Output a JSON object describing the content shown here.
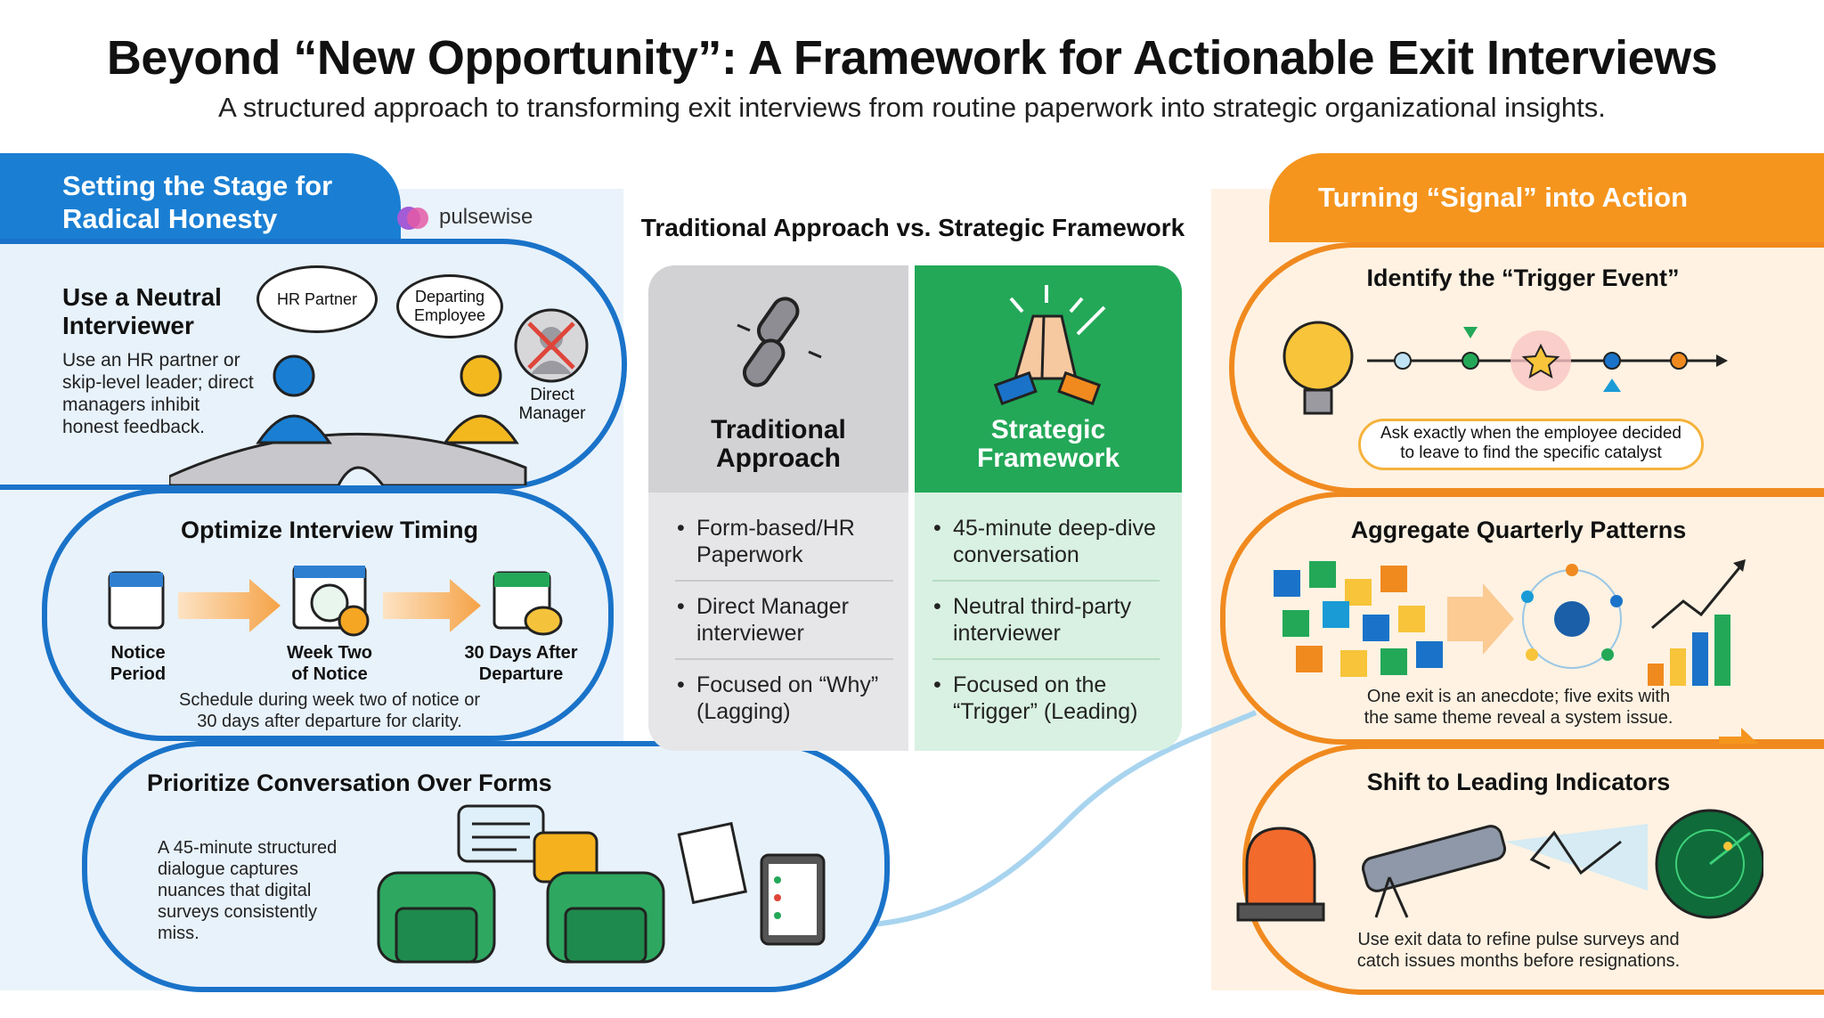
{
  "header": {
    "title": "Beyond “New Opportunity”: A Framework for Actionable Exit Interviews",
    "subtitle": "A structured approach to transforming exit interviews from routine paperwork into strategic organizational insights."
  },
  "left": {
    "heading_line1": "Setting the Stage for",
    "heading_line2": "Radical Honesty",
    "brand": "pulsewise",
    "neutral": {
      "title_line1": "Use a Neutral",
      "title_line2": "Interviewer",
      "body": [
        "Use an HR partner or",
        "skip-level leader; direct",
        "managers inhibit",
        "honest feedback."
      ],
      "bubble_hr": "HR Partner",
      "bubble_dep_1": "Departing",
      "bubble_dep_2": "Employee",
      "direct_1": "Direct",
      "direct_2": "Manager"
    },
    "timing": {
      "title": "Optimize Interview Timing",
      "steps": [
        {
          "l1": "Notice",
          "l2": "Period"
        },
        {
          "l1": "Week Two",
          "l2": "of Notice"
        },
        {
          "l1": "30 Days After",
          "l2": "Departure"
        }
      ],
      "caption_1": "Schedule during week two of notice or",
      "caption_2": "30 days after departure for clarity."
    },
    "conversation": {
      "title": "Prioritize Conversation Over Forms",
      "body": [
        "A 45-minute structured",
        "dialogue captures",
        "nuances that digital",
        "surveys consistently",
        "miss."
      ]
    }
  },
  "center": {
    "heading": "Traditional Approach vs. Strategic Framework",
    "traditional": {
      "title_1": "Traditional",
      "title_2": "Approach",
      "items": [
        {
          "l1": "Form-based/HR",
          "l2": "Paperwork"
        },
        {
          "l1": "Direct Manager",
          "l2": "interviewer"
        },
        {
          "l1": "Focused on “Why”",
          "l2": "(Lagging)"
        }
      ]
    },
    "strategic": {
      "title_1": "Strategic",
      "title_2": "Framework",
      "items": [
        {
          "l1": "45-minute deep-dive",
          "l2": "conversation"
        },
        {
          "l1": "Neutral third-party",
          "l2": "interviewer"
        },
        {
          "l1": "Focused on the",
          "l2": "“Trigger” (Leading)"
        }
      ]
    }
  },
  "right": {
    "heading": "Turning “Signal” into Action",
    "trigger": {
      "title": "Identify the “Trigger Event”",
      "callout_1": "Ask exactly when the employee decided",
      "callout_2": "to leave to find the specific catalyst"
    },
    "patterns": {
      "title": "Aggregate Quarterly Patterns",
      "caption_1": "One exit is an anecdote; five exits with",
      "caption_2": "the same theme reveal a system issue."
    },
    "leading": {
      "title": "Shift to Leading Indicators",
      "caption_1": "Use exit data to refine pulse surveys and",
      "caption_2": "catch issues months before resignations."
    }
  },
  "colors": {
    "blue": "#1a73c9",
    "orange": "#f08a1f",
    "green": "#23a858",
    "gray": "#d2d2d5"
  }
}
